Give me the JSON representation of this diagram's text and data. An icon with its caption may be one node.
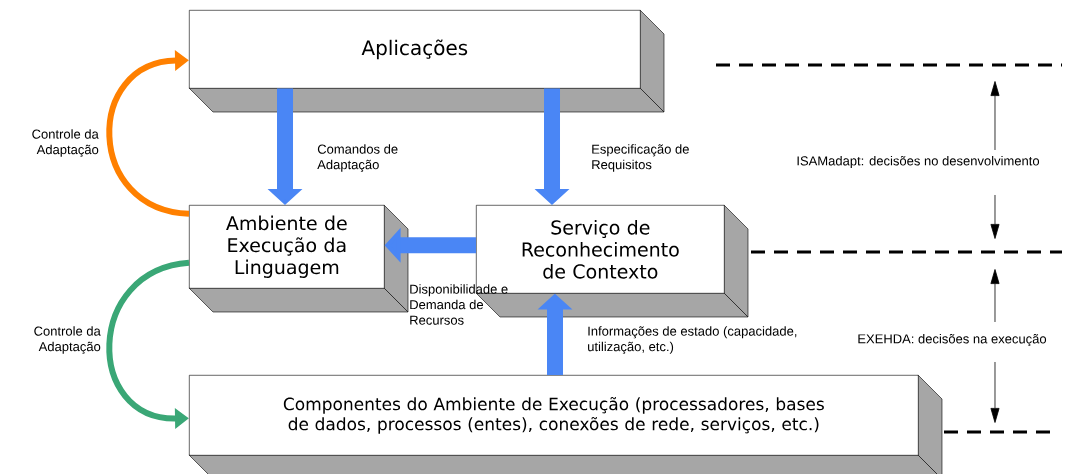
{
  "diagram": {
    "nodes": [
      {
        "text": [
          "Aplicações"
        ]
      },
      {
        "text": [
          "Ambiente de Execução da Linguagem"
        ]
      },
      {
        "text": [
          "Serviço de Reconhecimento de Contexto"
        ]
      },
      {
        "text": [
          "Componentes do Ambiente de Execução (processadores, bases de dados, processos (entes), conexões de rede, serviços, etc.)"
        ]
      }
    ],
    "edges": [
      {
        "from": 0,
        "to": 1,
        "arrow": "to",
        "label": "Comandos de Adaptação"
      },
      {
        "from": 0,
        "to": 2,
        "arrow": "to",
        "label": "Especificação de Requisitos"
      },
      {
        "from": 2,
        "to": 1,
        "arrow": "to",
        "label": "Disponibilidade e Demanda de Recursos"
      },
      {
        "from": 3,
        "to": 2,
        "arrow": "to",
        "label": "Informações de estado (capacidade, utilização, etc.)"
      },
      {
        "from": 1,
        "to": 0,
        "arrow": "to",
        "color": "#ff8000",
        "label": "Controle da Adaptação"
      },
      {
        "from": 1,
        "to": 3,
        "arrow": "to",
        "color": "#3aa776",
        "label": "Controle da Adaptação"
      }
    ],
    "labels": [
      "ISAMadapt: decisões no desenvolvimento",
      "EXEHDA: decisões na execução"
    ]
  }
}
